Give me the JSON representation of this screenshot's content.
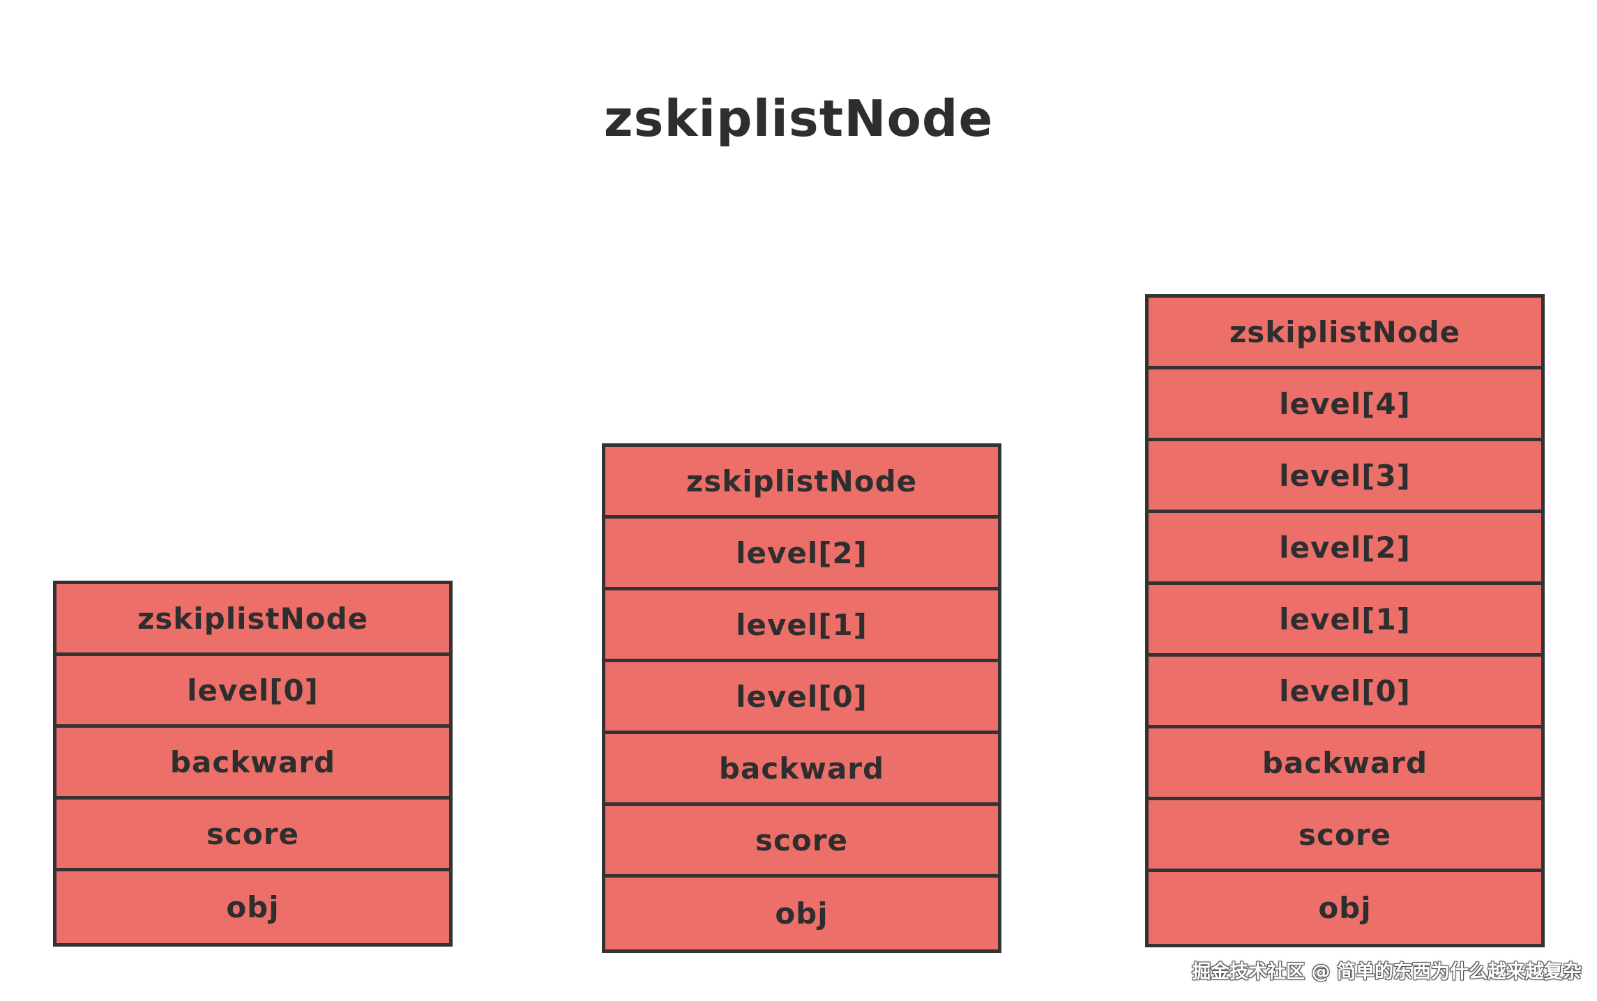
{
  "title": "zskiplistNode",
  "nodes": [
    {
      "cells": [
        "zskiplistNode",
        "level[0]",
        "backward",
        "score",
        "obj"
      ]
    },
    {
      "cells": [
        "zskiplistNode",
        "level[2]",
        "level[1]",
        "level[0]",
        "backward",
        "score",
        "obj"
      ]
    },
    {
      "cells": [
        "zskiplistNode",
        "level[4]",
        "level[3]",
        "level[2]",
        "level[1]",
        "level[0]",
        "backward",
        "score",
        "obj"
      ]
    }
  ],
  "watermark": "掘金技术社区 @ 简单的东西为什么越来越复杂",
  "colors": {
    "cell_fill": "#ec6f69",
    "border": "#333333",
    "text": "#2e2e2e"
  }
}
